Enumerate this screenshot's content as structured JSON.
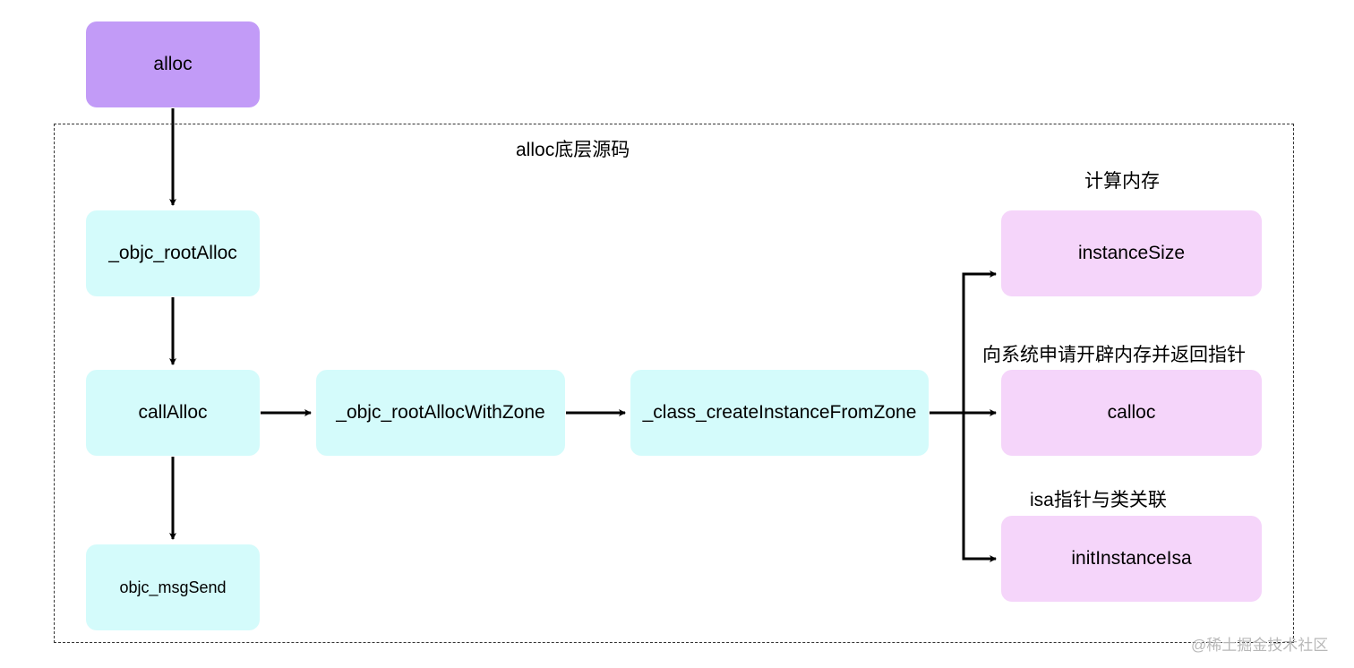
{
  "diagram": {
    "group_title": "alloc底层源码",
    "nodes": {
      "alloc": "alloc",
      "objc_rootAlloc": "_objc_rootAlloc",
      "callAlloc": "callAlloc",
      "objc_msgSend": "objc_msgSend",
      "objc_rootAllocWithZone": "_objc_rootAllocWithZone",
      "class_createInstanceFromZone": "_class_createInstanceFromZone",
      "instanceSize": "instanceSize",
      "calloc": "calloc",
      "initInstanceIsa": "initInstanceIsa"
    },
    "captions": {
      "compute_memory": "计算内存",
      "request_memory": "向系统申请开辟内存并返回指针",
      "isa_link": "isa指针与类关联"
    },
    "edges": [
      [
        "alloc",
        "objc_rootAlloc"
      ],
      [
        "objc_rootAlloc",
        "callAlloc"
      ],
      [
        "callAlloc",
        "objc_msgSend"
      ],
      [
        "callAlloc",
        "objc_rootAllocWithZone"
      ],
      [
        "objc_rootAllocWithZone",
        "class_createInstanceFromZone"
      ],
      [
        "class_createInstanceFromZone",
        "instanceSize"
      ],
      [
        "class_createInstanceFromZone",
        "calloc"
      ],
      [
        "class_createInstanceFromZone",
        "initInstanceIsa"
      ]
    ],
    "colors": {
      "entry": "#c29bf7",
      "flow": "#d4fbfb",
      "result": "#f5d5fa",
      "edge": "#000000"
    }
  },
  "watermark": "@稀土掘金技术社区"
}
